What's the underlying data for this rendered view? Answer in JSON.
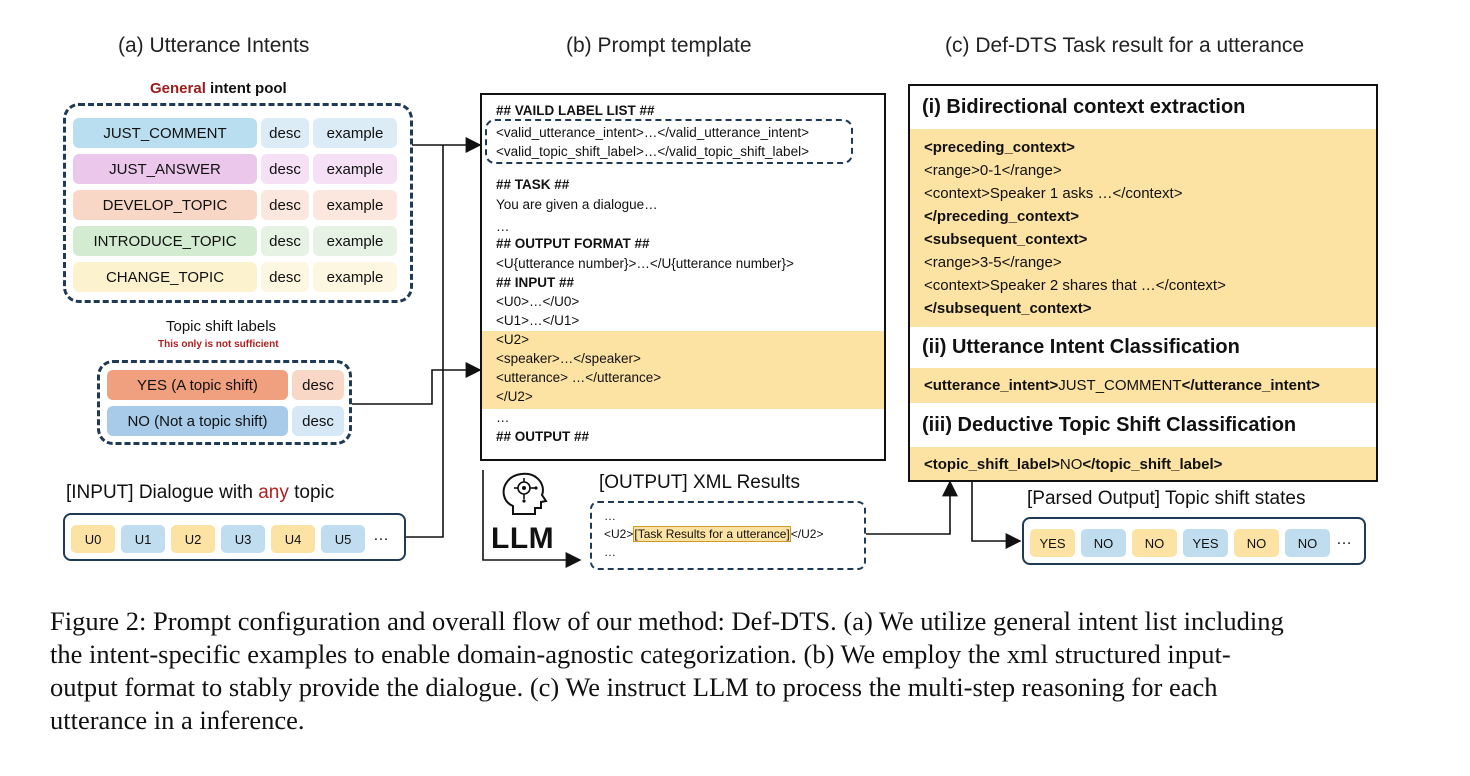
{
  "titles": {
    "a": "(a) Utterance Intents",
    "b": "(b) Prompt template",
    "c": "(c) Def-DTS Task result for a utterance"
  },
  "intent_pool": {
    "title_highlight": "General",
    "title_rest": " intent pool",
    "highlight_color": "#9b1c1c",
    "desc": "desc",
    "example": "example",
    "intents": [
      "JUST_COMMENT",
      "JUST_ANSWER",
      "DEVELOP_TOPIC",
      "INTRODUCE_TOPIC",
      "CHANGE_TOPIC"
    ]
  },
  "topic_shift": {
    "title": "Topic shift labels",
    "warning": "This only is not sufficient",
    "desc": "desc",
    "labels": [
      "YES (A topic shift)",
      "NO (Not a topic shift)"
    ]
  },
  "input_dialogue": {
    "title_prefix": "[INPUT] Dialogue with ",
    "title_highlight": "any",
    "title_suffix": " topic",
    "utterances": [
      "U0",
      "U1",
      "U2",
      "U3",
      "U4",
      "U5"
    ],
    "ellipsis": "…"
  },
  "prompt": {
    "lines": [
      "## VAILD LABEL LIST ##",
      "<valid_utterance_intent>…</valid_utterance_intent>",
      "<valid_topic_shift_label>…</valid_topic_shift_label>",
      "## TASK ##",
      "You are given a dialogue…",
      "…",
      "## OUTPUT FORMAT ##",
      "<U{utterance number}>…</U{utterance number}>",
      "## INPUT ##",
      "<U0>…</U0>",
      "<U1>…</U1>",
      "<U2>",
      "<speaker>…</speaker>",
      "<utterance> …</utterance>",
      "</U2>",
      "…",
      "## OUTPUT ##"
    ]
  },
  "llm": {
    "label": "LLM",
    "icon": "robot-head-icon"
  },
  "output_xml": {
    "title": "[OUTPUT] XML Results",
    "line1": "…",
    "line2_prefix": "<U2>",
    "line2_highlight": "[Task Results for a utterance]",
    "line2_suffix": "</U2>",
    "line3": "…"
  },
  "task_result": {
    "step1": "(i) Bidirectional context extraction",
    "step1_lines": [
      "<preceding_context>",
      "<range>0-1</range>",
      "<context>Speaker 1 asks …</context>",
      "</preceding_context>",
      "<subsequent_context>",
      "<range>3-5</range>",
      "<context>Speaker 2 shares that …</context>",
      "</subsequent_context>"
    ],
    "step2": "(ii) Utterance Intent Classification",
    "step2_open": "<utterance_intent>",
    "step2_value": "JUST_COMMENT",
    "step2_close": "</utterance_intent>",
    "step3": "(iii) Deductive Topic Shift Classification",
    "step3_open": "<topic_shift_label>",
    "step3_value": "NO",
    "step3_close": "</topic_shift_label>"
  },
  "parsed_output": {
    "title": "[Parsed Output] Topic shift states",
    "states": [
      "YES",
      "NO",
      "NO",
      "YES",
      "NO",
      "NO"
    ],
    "ellipsis": "…"
  },
  "caption": {
    "lines": [
      "Figure 2: Prompt configuration and overall flow of our method: Def-DTS. (a) We utilize general intent list including",
      "the intent-specific examples to enable domain-agnostic categorization. (b) We employ the xml structured input-",
      "output format to stably provide the dialogue. (c) We instruct LLM to process the multi-step reasoning for each",
      "utterance in a inference."
    ]
  },
  "colors": {
    "intent_fills": [
      "#b9def0",
      "#ecc7ec",
      "#f8d7c7",
      "#d3ecd1",
      "#fcf2cd"
    ],
    "yes_fill": "#f0a07f",
    "no_fill": "#a8cbea",
    "amber": "#fce2a3",
    "blue_chip": "#c0ddf0",
    "navy": "#1f3a56"
  }
}
